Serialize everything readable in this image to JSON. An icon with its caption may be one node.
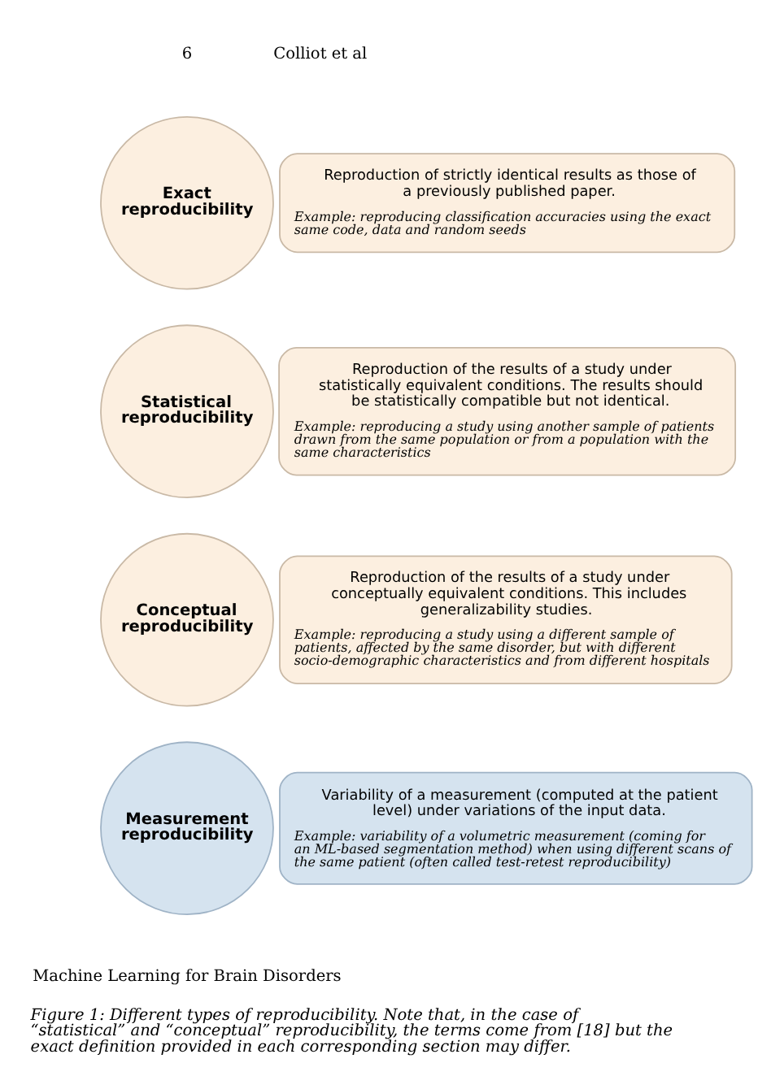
{
  "diagram": {
    "caption": "Figure 1: Different types of reproducibility. Note that, in the case of “statistical” and “conceptual” reproducibility, the terms come from [18] but the exact definition provided in each corresponding section may differ.",
    "nodes": [
      {
        "text": [
          "Exact reproducibility"
        ]
      },
      {
        "text": [
          "Reproduction of strictly identical results as those of a previously published paper.",
          "Example: reproducing classification accuracies using the exact same code, data and random seeds"
        ]
      },
      {
        "text": [
          "Statistical reproducibility"
        ]
      },
      {
        "text": [
          "Reproduction of the results of a study under statistically equivalent conditions. The results should be statistically compatible but not identical.",
          "Example: reproducing a study using another sample of patients drawn from the same population or from a population with the same characteristics"
        ]
      },
      {
        "text": [
          "Conceptual reproducibility"
        ]
      },
      {
        "text": [
          "Reproduction of the results of a study under conceptually equivalent conditions. This includes generalizability studies.",
          "Example: reproducing a study using a different sample of patients, affected by the same disorder, but with different socio-demographic characteristics and from different hospitals"
        ]
      },
      {
        "text": [
          "Measurement reproducibility"
        ]
      },
      {
        "text": [
          "Variability of a measurement (computed at the patient level) under variations of the input data.",
          "Example: variability of a volumetric measurement (coming for an ML-based segmentation method) when using different scans of the same patient (often called test-retest reproducibility)"
        ]
      }
    ],
    "edges": [],
    "labels": [
      "6",
      "Colliot et al",
      "Machine Learning for Brain Disorders"
    ]
  }
}
